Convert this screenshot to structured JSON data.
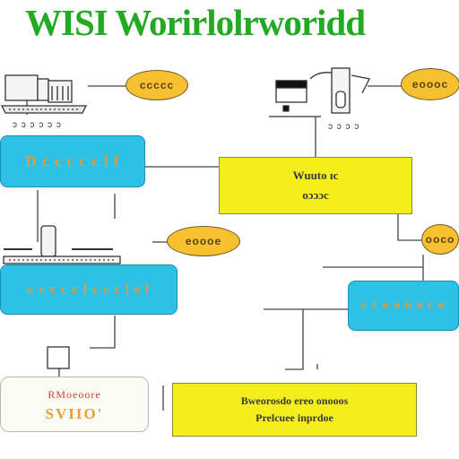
{
  "title": "WISI Worirlolrworidd",
  "colors": {
    "title": "#22aa22",
    "blue_box": "#2ec1e8",
    "yellow_box": "#f4ee1c",
    "oval": "#f6c030"
  },
  "ovals": {
    "top_left": "ccccc",
    "top_right": "eoooc",
    "middle_left": "eoooe",
    "middle_right": "ooco"
  },
  "captions": {
    "left_device": "ɔ ɔ ɔ ɔ ɔ ɔ",
    "right_device": "ɔ ɔ ɔ ɔ"
  },
  "blue_boxes": {
    "top_left": "D c c c c c l f",
    "middle_left": "c c c c c l c c c l e l",
    "right": "c c o o n o c o"
  },
  "center_box": {
    "line1": "Wuuto ɪc",
    "line2": "oɔɔɔc"
  },
  "note_box": {
    "line1": "RMoeoore",
    "line2": "SVIIO'"
  },
  "bottom_box": {
    "line1": "Bweorosdo ereo onooos",
    "line2": "Prelcuee inprdoe"
  }
}
